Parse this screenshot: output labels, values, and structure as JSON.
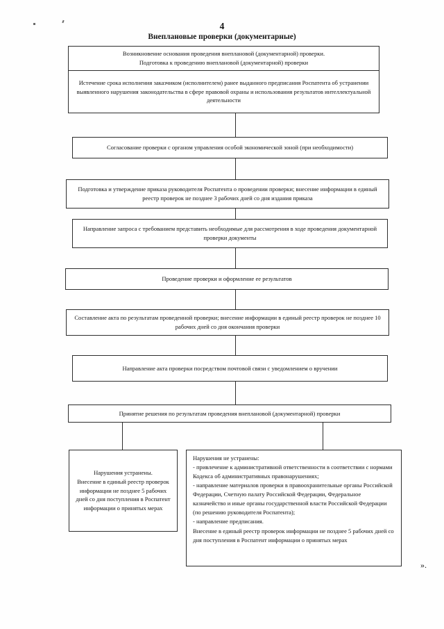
{
  "page": {
    "number": "4",
    "title": "Внеплановые проверки (документарные)",
    "closing_mark": "»."
  },
  "chart_data": {
    "type": "diagram",
    "title": "Внеплановые проверки (документарные)",
    "nodes": [
      {
        "id": "n1",
        "text": "Возникновение основания проведения внеплановой (документарной) проверки.\nПодготовка к проведению внеплановой (документарной) проверки"
      },
      {
        "id": "n2",
        "text": "Истечение срока исполнения заказчиком (исполнителем) ранее выданного предписания Роспатента об устранении выявленного нарушения законодательства в сфере правовой охраны и использования результатов интеллектуальной деятельности"
      },
      {
        "id": "n3",
        "text": "Согласование проверки с органом управления особой экономической зоной (при необходимости)"
      },
      {
        "id": "n4",
        "text": "Подготовка и утверждение приказа руководителя Роспатента о проведении проверки; внесение информации в единый реестр проверок не позднее 3 рабочих дней со дня издания приказа"
      },
      {
        "id": "n5",
        "text": "Направление запроса с требованием представить необходимые для рассмотрения в ходе проведения документарной проверки документы"
      },
      {
        "id": "n6",
        "text": "Проведение проверки и оформление ее результатов"
      },
      {
        "id": "n7",
        "text": "Составление акта по результатам проведенной проверки; внесение информации в единый реестр проверок не позднее 10 рабочих дней со дня окончания проверки"
      },
      {
        "id": "n8",
        "text": "Направление акта  проверки посредством почтовой связи с уведомлением о вручении"
      },
      {
        "id": "n9",
        "text": "Принятие решения по результатам проведения внеплановой (документарной) проверки"
      },
      {
        "id": "n10",
        "text": "Нарушения устранены.\nВнесение в единый реестр проверок информации не позднее 5 рабочих дней со дня поступления в Роспатент информации о принятых мерах"
      },
      {
        "id": "n11",
        "text": "Нарушения не устранены:\n- привлечение к административной ответственности в соответствии с нормами Кодекса об административных правонарушениях;\n- направление материалов проверки в правоохранительные органы Российской Федерации, Счетную палату Российской Федерации, Федеральное казначейство и иные органы государственной власти Российской Федерации (по решению руководителя Роспатента);\n- направление предписания.\nВнесение в единый реестр проверок информации не позднее 5 рабочих дней со дня поступления в Роспатент информации о принятых мерах"
      }
    ],
    "edges": [
      {
        "from": "n1",
        "to": "n2"
      },
      {
        "from": "n2",
        "to": "n3"
      },
      {
        "from": "n3",
        "to": "n4"
      },
      {
        "from": "n4",
        "to": "n5"
      },
      {
        "from": "n5",
        "to": "n6"
      },
      {
        "from": "n6",
        "to": "n7"
      },
      {
        "from": "n7",
        "to": "n8"
      },
      {
        "from": "n8",
        "to": "n9"
      },
      {
        "from": "n9",
        "to": "n10"
      },
      {
        "from": "n9",
        "to": "n11"
      }
    ]
  }
}
